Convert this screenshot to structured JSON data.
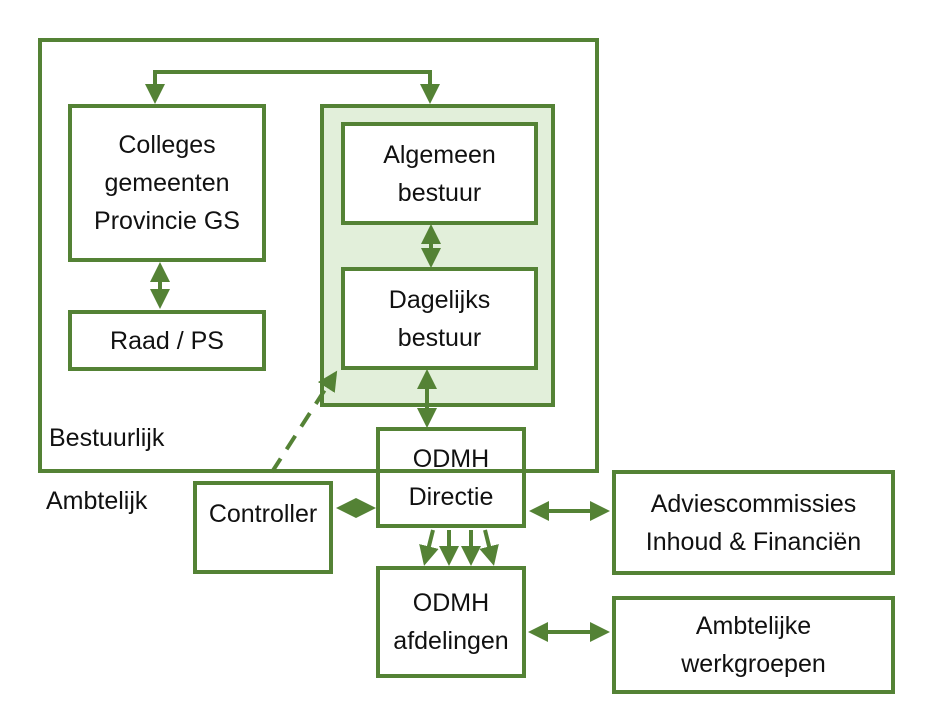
{
  "colors": {
    "stroke": "#548235",
    "group_fill": "#e2efda",
    "box_fill": "#ffffff",
    "text": "#111111"
  },
  "regions": {
    "bestuurlijk": "Bestuurlijk",
    "ambtelijk": "Ambtelijk"
  },
  "nodes": {
    "colleges": {
      "lines": [
        "Colleges",
        "gemeenten",
        "Provincie GS"
      ]
    },
    "raad": {
      "lines": [
        "Raad / PS"
      ]
    },
    "algemeen_bestuur": {
      "lines": [
        "Algemeen",
        "bestuur"
      ]
    },
    "dagelijks_bestuur": {
      "lines": [
        "Dagelijks",
        "bestuur"
      ]
    },
    "odmh_directie": {
      "lines": [
        "ODMH",
        "Directie"
      ]
    },
    "controller": {
      "lines": [
        "Controller"
      ]
    },
    "adviescommissies": {
      "lines": [
        "Adviescommissies",
        "Inhoud & Financiën"
      ]
    },
    "odmh_afdelingen": {
      "lines": [
        "ODMH",
        "afdelingen"
      ]
    },
    "werkgroepen": {
      "lines": [
        "Ambtelijke",
        "werkgroepen"
      ]
    }
  },
  "edges": [
    {
      "from": "algemeen_bestuur",
      "to": "colleges",
      "type": "bidirectional",
      "style": "solid"
    },
    {
      "from": "colleges",
      "to": "raad",
      "type": "bidirectional",
      "style": "solid"
    },
    {
      "from": "algemeen_bestuur",
      "to": "dagelijks_bestuur",
      "type": "bidirectional",
      "style": "solid"
    },
    {
      "from": "dagelijks_bestuur",
      "to": "odmh_directie",
      "type": "bidirectional",
      "style": "solid"
    },
    {
      "from": "controller",
      "to": "dagelijks_bestuur",
      "type": "directed",
      "style": "dashed"
    },
    {
      "from": "controller",
      "to": "odmh_directie",
      "type": "bidirectional",
      "style": "solid"
    },
    {
      "from": "odmh_directie",
      "to": "adviescommissies",
      "type": "bidirectional",
      "style": "solid"
    },
    {
      "from": "odmh_directie",
      "to": "odmh_afdelingen",
      "type": "directed",
      "style": "solid",
      "count": 4
    },
    {
      "from": "odmh_afdelingen",
      "to": "werkgroepen",
      "type": "bidirectional",
      "style": "solid"
    }
  ]
}
